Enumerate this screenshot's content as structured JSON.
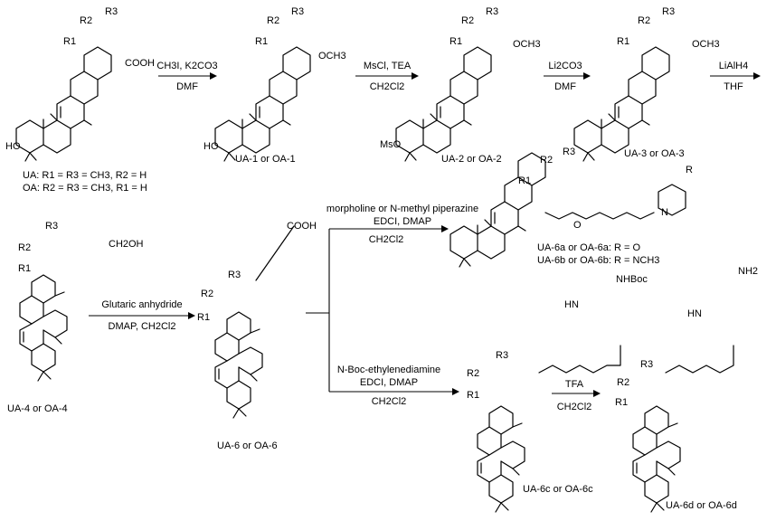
{
  "reagents": {
    "step1_top": "CH3I, K2CO3",
    "step1_bottom": "DMF",
    "step2_top": "MsCl, TEA",
    "step2_bottom": "CH2Cl2",
    "step3_top": "Li2CO3",
    "step3_bottom": "DMF",
    "step4_top": "LiAlH4",
    "step4_bottom": "THF",
    "step5_top": "Glutaric anhydride",
    "step5_bottom": "DMAP, CH2Cl2",
    "step6a_top1": "morpholine or N-methyl piperazine",
    "step6a_top2": "EDCI, DMAP",
    "step6a_bottom": "CH2Cl2",
    "step6c_top1": "N-Boc-ethylenediamine",
    "step6c_top2": "EDCI, DMAP",
    "step6c_bottom": "CH2Cl2",
    "step7_top": "TFA",
    "step7_bottom": "CH2Cl2"
  },
  "compounds": {
    "start_ua": "UA: R1 = R3 = CH3, R2 = H",
    "start_oa": "OA: R2 = R3 = CH3, R1 = H",
    "c1": "UA-1 or OA-1",
    "c2": "UA-2 or OA-2",
    "c3": "UA-3 or OA-3",
    "c4": "UA-4 or OA-4",
    "c6": "UA-6 or OA-6",
    "c6a": "UA-6a or OA-6a: R = O",
    "c6b": "UA-6b or OA-6b: R = NCH3",
    "c6c": "UA-6c or OA-6c",
    "c6d": "UA-6d or OA-6d"
  },
  "groups": {
    "cooh": "COOH",
    "co2me": "OCH3",
    "ho": "HO",
    "mso": "MsO",
    "ch2oh": "CH2OH",
    "o": "O",
    "n": "N",
    "r": "R",
    "hn": "HN",
    "nhboc": "NHBoc",
    "nh2": "NH2",
    "r1": "R1",
    "r2": "R2",
    "r3": "R3"
  }
}
